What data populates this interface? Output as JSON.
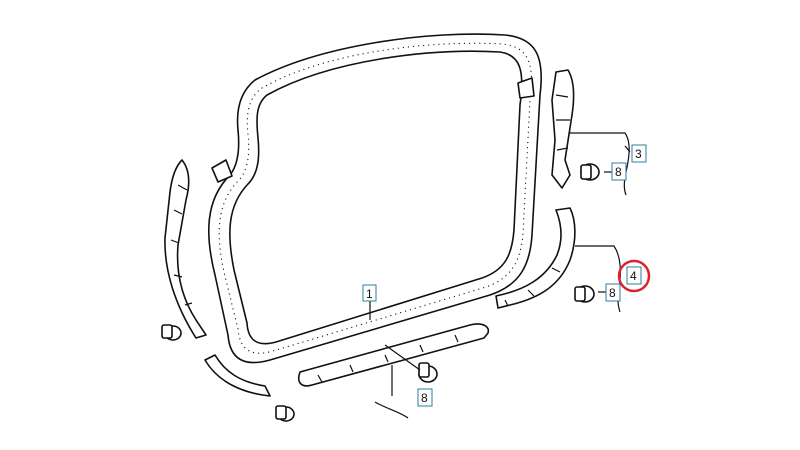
{
  "callouts": {
    "c1": "1",
    "c3": "3",
    "c4": "4",
    "c8a": "8",
    "c8b": "8",
    "c8c": "8"
  },
  "colors": {
    "line": "#111111",
    "box_border": "#2f7d9f",
    "highlight": "#d9232d"
  },
  "icons": {
    "plug": "push-in-clip"
  }
}
